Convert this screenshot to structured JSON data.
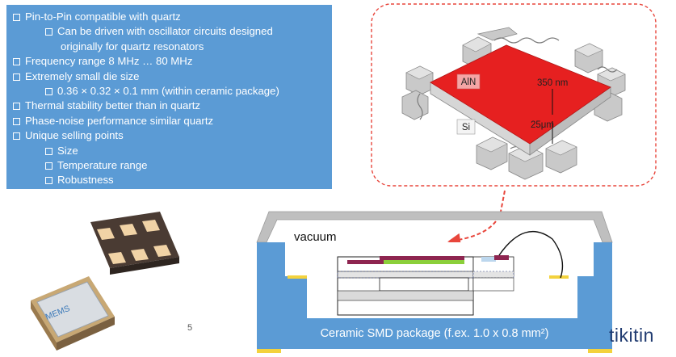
{
  "bullets": [
    {
      "level": 1,
      "text": "Pin-to-Pin compatible with quartz"
    },
    {
      "level": 2,
      "text": "Can be driven with oscillator circuits designed"
    },
    {
      "level": 3,
      "text": "originally for quartz resonators"
    },
    {
      "level": 1,
      "text": "Frequency range 8 MHz … 80 MHz"
    },
    {
      "level": 1,
      "text": "Extremely small die size"
    },
    {
      "level": 2,
      "text": "0.36 × 0.32 × 0.1 mm (within ceramic package)"
    },
    {
      "level": 1,
      "text": "Thermal stability better than in quartz"
    },
    {
      "level": 1,
      "text": "Phase-noise performance similar quartz"
    },
    {
      "level": 1,
      "text": "Unique selling points"
    },
    {
      "level": 2,
      "text": "Size"
    },
    {
      "level": 2,
      "text": "Temperature range"
    },
    {
      "level": 2,
      "text": "Robustness"
    }
  ],
  "resonator": {
    "label_top": "AlN",
    "label_bottom": "Si",
    "thickness_top": "350 nm",
    "thickness_bottom": "25μm"
  },
  "package": {
    "vacuum_label": "vacuum",
    "caption": "Ceramic SMD package (f.ex. 1.0 x 0.8 mm²)"
  },
  "chip_label": "MEMS",
  "page_number": "5",
  "logo": "tikitin",
  "colors": {
    "bullet_bg": "#5b9bd5",
    "aln_red": "#e62020",
    "package_blue": "#5b9bd5",
    "arrow_red": "#e8463c",
    "logo_navy": "#1f3a70"
  }
}
